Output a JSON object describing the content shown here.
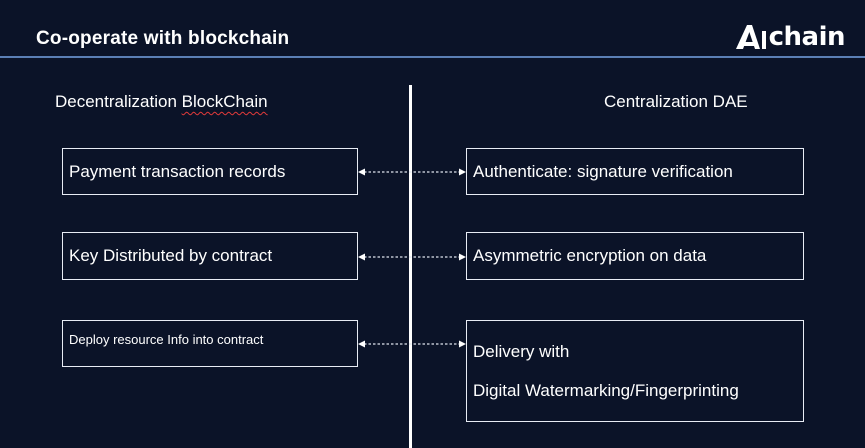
{
  "slide": {
    "title": "Co-operate with blockchain",
    "logo_text": "chain",
    "logo_icon": "ai-logo-icon"
  },
  "columns": {
    "left_heading_prefix": "Decentralization ",
    "left_heading_marked": "BlockChain",
    "right_heading": "Centralization DAE"
  },
  "rows": [
    {
      "left": "Payment transaction records",
      "right_lines": [
        "Authenticate: signature verification"
      ]
    },
    {
      "left": "Key Distributed by contract",
      "right_lines": [
        "Asymmetric encryption on data"
      ]
    },
    {
      "left": "Deploy resource Info into contract",
      "right_lines": [
        "Delivery with",
        "Digital Watermarking/Fingerprinting"
      ]
    }
  ],
  "colors": {
    "background": "#0b1328",
    "header_rule": "#5b7fb5",
    "spellcheck_underline": "#e23a3a",
    "text": "#ffffff"
  }
}
